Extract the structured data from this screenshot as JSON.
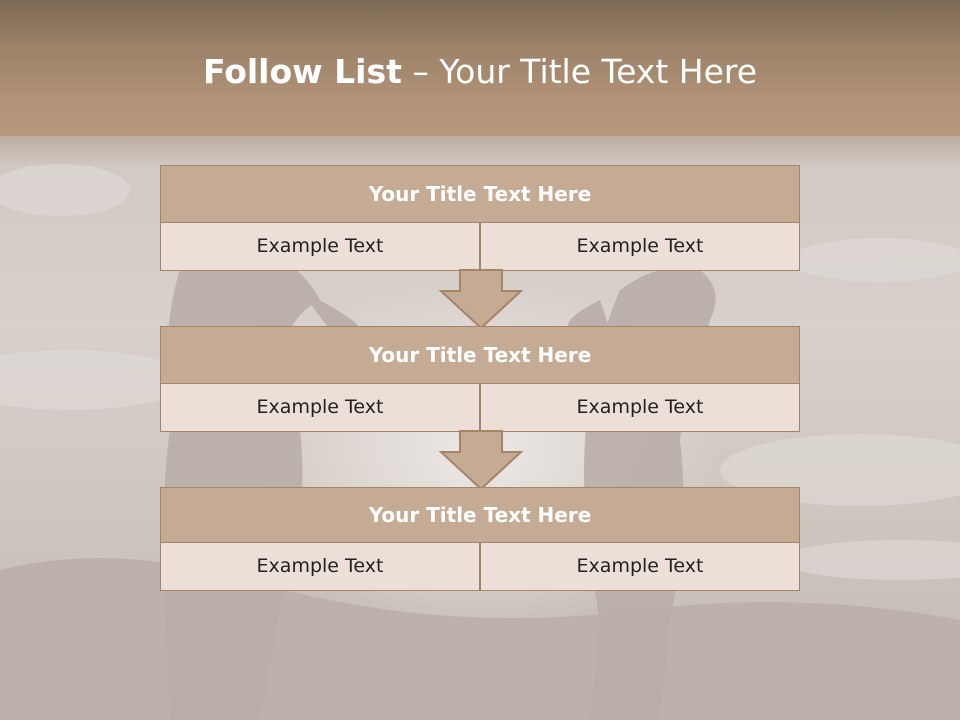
{
  "slide": {
    "title_strong": "Follow List",
    "title_rest": " – Your Title Text Here"
  },
  "colors": {
    "header_band": "#b19378",
    "block_header": "#c5ab94",
    "cell_fill": "#ebdfd8",
    "border": "#a58468",
    "arrow_fill": "#c5ab94"
  },
  "blocks": [
    {
      "title": "Your Title Text Here",
      "left": "Example Text",
      "right": "Example Text"
    },
    {
      "title": "Your Title Text Here",
      "left": "Example Text",
      "right": "Example Text"
    },
    {
      "title": "Your Title Text Here",
      "left": "Example Text",
      "right": "Example Text"
    }
  ],
  "connectors": [
    {
      "icon": "down-arrow-icon"
    },
    {
      "icon": "down-arrow-icon"
    }
  ]
}
